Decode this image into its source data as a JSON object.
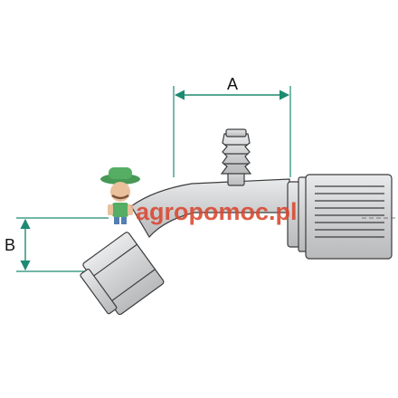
{
  "dimensions": {
    "a_label": "A",
    "b_label": "B"
  },
  "watermark": {
    "brand_text": "agropomoc.pl",
    "icon": "farmer-mascot-icon"
  },
  "colors": {
    "dimension_line": "#1e8a73",
    "part_fill": "#d2d3d4",
    "part_stroke": "#3c3c3c",
    "watermark_red": "#d9472f",
    "watermark_green": "#2e8b3e"
  }
}
